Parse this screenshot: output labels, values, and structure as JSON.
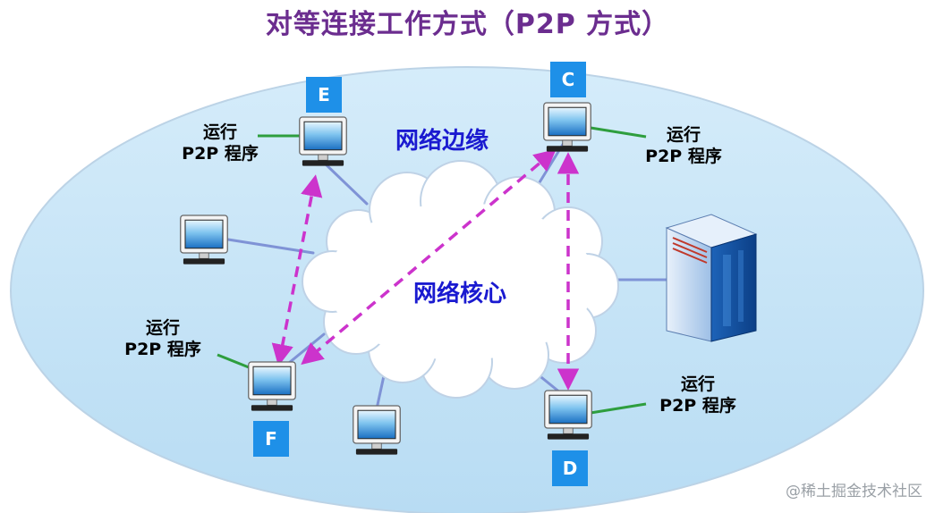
{
  "title": "对等连接工作方式（P2P 方式）",
  "regions": {
    "edge": "网络边缘",
    "core": "网络核心"
  },
  "nodes": {
    "C": "C",
    "D": "D",
    "E": "E",
    "F": "F"
  },
  "annotation": {
    "line1": "运行",
    "line2": "P2P 程序"
  },
  "watermark": "@稀土掘金技术社区",
  "colors": {
    "title": "#6b2d8f",
    "region_label": "#1a1ad0",
    "edge_fill": "#c5e3f6",
    "badge": "#1e90e8",
    "p2p_arrow": "#cc33cc",
    "annotation_line": "#2e9e3e",
    "link_line": "#7f93d6"
  }
}
